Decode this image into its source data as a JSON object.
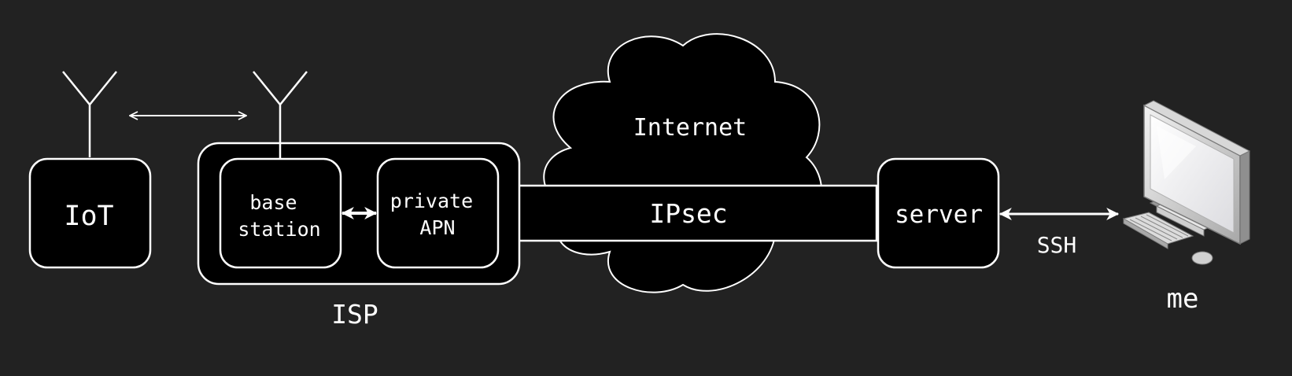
{
  "nodes": {
    "iot": "IoT",
    "base_station": [
      "base",
      "station"
    ],
    "private_apn": [
      "private",
      "APN"
    ],
    "isp": "ISP",
    "internet": "Internet",
    "ipsec": "IPsec",
    "server": "server",
    "ssh": "SSH",
    "me": "me"
  },
  "colors": {
    "background": "#222222",
    "node_fill": "#000000",
    "stroke": "#ffffff"
  },
  "icons": [
    "antenna-icon",
    "antenna-icon",
    "desktop-computer-icon"
  ]
}
